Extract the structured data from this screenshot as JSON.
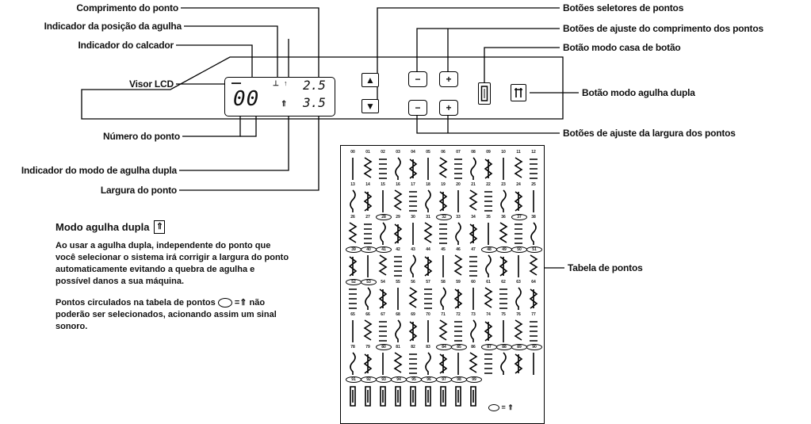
{
  "labels": {
    "stitch_length": "Comprimento do ponto",
    "needle_position": "Indicador da posição da agulha",
    "presser_foot": "Indicador do calcador",
    "lcd_display": "Visor LCD",
    "stitch_number": "Número do ponto",
    "twin_needle_indicator": "Indicador do modo de agulha dupla",
    "stitch_width": "Largura do ponto",
    "selector_buttons": "Botões seletores de pontos",
    "length_adjust_buttons": "Botões de ajuste do comprimento dos pontos",
    "buttonhole_button": "Botão modo casa de botão",
    "twin_needle_button": "Botão modo agulha dupla",
    "width_adjust_buttons": "Botões de ajuste da largura dos pontos",
    "stitch_table": "Tabela de pontos"
  },
  "lcd": {
    "stitch_number": "00",
    "length_value": "2.5",
    "width_value": "3.5"
  },
  "buttons": {
    "up": "▲",
    "down": "▼",
    "minus": "−",
    "plus": "+",
    "buttonhole_icon": "buttonhole-icon",
    "twin_needle_icon": "twin-needle-icon"
  },
  "note": {
    "title": "Modo agulha dupla",
    "paragraph1": "Ao usar a agulha dupla, independente do ponto que você selecionar o sistema irá corrigir a largura do ponto automaticamente evitando a quebra de agulha e possível danos a sua máquina.",
    "paragraph2_a": "Pontos circulados na tabela de pontos",
    "paragraph2_b": "não poderão ser selecionados, acionando assim um sinal sonoro."
  },
  "stitch_rows": [
    {
      "numbers": [
        "00",
        "01",
        "02",
        "03",
        "04",
        "05",
        "06",
        "07",
        "08",
        "09",
        "10",
        "11",
        "12"
      ],
      "circled": []
    },
    {
      "numbers": [
        "13",
        "14",
        "15",
        "16",
        "17",
        "18",
        "19",
        "20",
        "21",
        "22",
        "23",
        "24",
        "25"
      ],
      "circled": []
    },
    {
      "numbers": [
        "26",
        "27",
        "28",
        "29",
        "30",
        "31",
        "32",
        "33",
        "34",
        "35",
        "36",
        "37",
        "38"
      ],
      "circled": [
        "28",
        "32",
        "37"
      ]
    },
    {
      "numbers": [
        "39",
        "40",
        "41",
        "42",
        "43",
        "44",
        "45",
        "46",
        "47",
        "48",
        "49",
        "50",
        "51"
      ],
      "circled": [
        "39",
        "40",
        "41",
        "48",
        "49",
        "50",
        "51"
      ]
    },
    {
      "numbers": [
        "52",
        "53",
        "54",
        "55",
        "56",
        "57",
        "58",
        "59",
        "60",
        "61",
        "62",
        "63",
        "64"
      ],
      "circled": [
        "52",
        "53"
      ]
    },
    {
      "numbers": [
        "65",
        "66",
        "67",
        "68",
        "69",
        "70",
        "71",
        "72",
        "73",
        "74",
        "75",
        "76",
        "77"
      ],
      "circled": []
    },
    {
      "numbers": [
        "78",
        "79",
        "80",
        "81",
        "82",
        "83",
        "84",
        "85",
        "86",
        "87",
        "88",
        "89",
        "90"
      ],
      "circled": [
        "80",
        "84",
        "85",
        "87",
        "88",
        "89",
        "90"
      ]
    },
    {
      "numbers": [
        "91",
        "92",
        "93",
        "94",
        "95",
        "96",
        "97",
        "98",
        "99"
      ],
      "circled": [
        "91",
        "92",
        "93",
        "94",
        "95",
        "96",
        "97",
        "98",
        "99"
      ]
    }
  ]
}
